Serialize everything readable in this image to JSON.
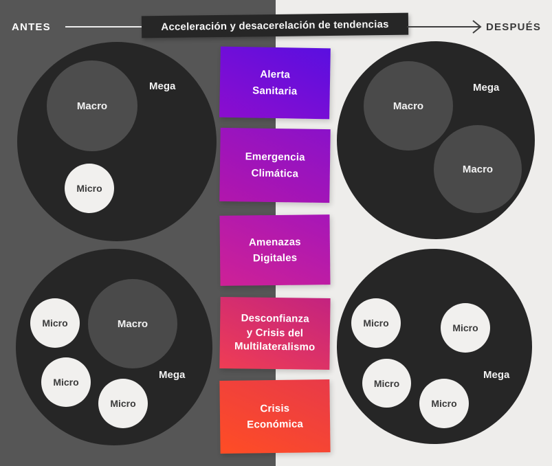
{
  "header": {
    "before_label": "ANTES",
    "title": "Acceleración y desacerelación de tendencias",
    "after_label": "DESPUÉS"
  },
  "trend_boxes": [
    {
      "label": "Alerta\nSanitaria",
      "gradient_from": "#5A0FE0",
      "gradient_to": "#8C0DCE"
    },
    {
      "label": "Emergencia\nClimática",
      "gradient_from": "#8A12C9",
      "gradient_to": "#B216AC"
    },
    {
      "label": "Amenazas\nDigitales",
      "gradient_from": "#A616B8",
      "gradient_to": "#CE2196"
    },
    {
      "label": "Desconfianza\ny Crisis del\nMultilateralismo",
      "gradient_from": "#C32380",
      "gradient_to": "#EF3D54"
    },
    {
      "label": "Crisis\nEconómica",
      "gradient_from": "#E83A49",
      "gradient_to": "#FF4D24"
    }
  ],
  "quadrants": [
    {
      "side": "before",
      "position": "top",
      "mega": "Mega",
      "macros": [
        "Macro"
      ],
      "micros": [
        "Micro"
      ]
    },
    {
      "side": "before",
      "position": "bottom",
      "mega": "Mega",
      "macros": [
        "Macro"
      ],
      "micros": [
        "Micro",
        "Micro",
        "Micro"
      ]
    },
    {
      "side": "after",
      "position": "top",
      "mega": "Mega",
      "macros": [
        "Macro",
        "Macro"
      ],
      "micros": []
    },
    {
      "side": "after",
      "position": "bottom",
      "mega": "Mega",
      "macros": [],
      "micros": [
        "Micro",
        "Micro",
        "Micro",
        "Micro"
      ]
    }
  ],
  "colors": {
    "bg_left": "#565656",
    "bg_right": "#EEEDEB",
    "mega": "#262626",
    "macro_on_gray": "#4D4D4D",
    "macro_on_black": "#4A4A4A",
    "micro": "#F1F0EE",
    "header_box": "#262626"
  }
}
